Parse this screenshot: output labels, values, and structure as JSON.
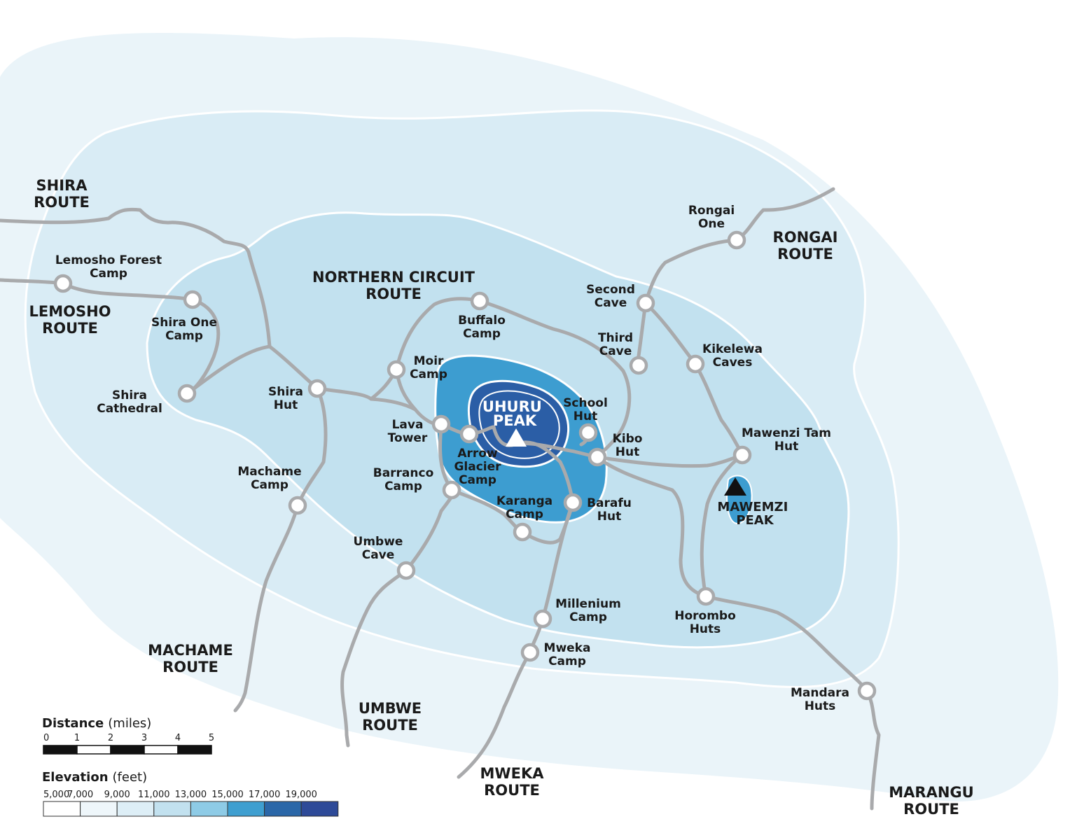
{
  "map": {
    "peak": {
      "line1": "UHURU",
      "line2": "PEAK"
    },
    "secondary_peak": {
      "line1": "MAWEMZI",
      "line2": "PEAK"
    },
    "routes": [
      {
        "id": "shira",
        "lines": [
          "SHIRA",
          "ROUTE"
        ]
      },
      {
        "id": "lemosho",
        "lines": [
          "LEMOSHO",
          "ROUTE"
        ]
      },
      {
        "id": "northern-circuit",
        "lines": [
          "NORTHERN CIRCUIT",
          "ROUTE"
        ]
      },
      {
        "id": "rongai",
        "lines": [
          "RONGAI",
          "ROUTE"
        ]
      },
      {
        "id": "machame",
        "lines": [
          "MACHAME",
          "ROUTE"
        ]
      },
      {
        "id": "umbwe",
        "lines": [
          "UMBWE",
          "ROUTE"
        ]
      },
      {
        "id": "mweka",
        "lines": [
          "MWEKA",
          "ROUTE"
        ]
      },
      {
        "id": "marangu",
        "lines": [
          "MARANGU",
          "ROUTE"
        ]
      }
    ],
    "camps": [
      {
        "id": "lemosho-forest-camp",
        "lines": [
          "Lemosho Forest",
          "Camp"
        ]
      },
      {
        "id": "shira-one-camp",
        "lines": [
          "Shira One",
          "Camp"
        ]
      },
      {
        "id": "shira-cathedral",
        "lines": [
          "Shira",
          "Cathedral"
        ]
      },
      {
        "id": "shira-hut",
        "lines": [
          "Shira",
          "Hut"
        ]
      },
      {
        "id": "machame-camp",
        "lines": [
          "Machame",
          "Camp"
        ]
      },
      {
        "id": "moir-camp",
        "lines": [
          "Moir",
          "Camp"
        ]
      },
      {
        "id": "buffalo-camp",
        "lines": [
          "Buffalo",
          "Camp"
        ]
      },
      {
        "id": "lava-tower",
        "lines": [
          "Lava",
          "Tower"
        ]
      },
      {
        "id": "arrow-glacier-camp",
        "lines": [
          "Arrow",
          "Glacier",
          "Camp"
        ]
      },
      {
        "id": "barranco-camp",
        "lines": [
          "Barranco",
          "Camp"
        ]
      },
      {
        "id": "umbwe-cave",
        "lines": [
          "Umbwe",
          "Cave"
        ]
      },
      {
        "id": "karanga-camp",
        "lines": [
          "Karanga",
          "Camp"
        ]
      },
      {
        "id": "barafu-hut",
        "lines": [
          "Barafu",
          "Hut"
        ]
      },
      {
        "id": "school-hut",
        "lines": [
          "School",
          "Hut"
        ]
      },
      {
        "id": "kibo-hut",
        "lines": [
          "Kibo",
          "Hut"
        ]
      },
      {
        "id": "second-cave",
        "lines": [
          "Second",
          "Cave"
        ]
      },
      {
        "id": "third-cave",
        "lines": [
          "Third",
          "Cave"
        ]
      },
      {
        "id": "rongai-one",
        "lines": [
          "Rongai",
          "One"
        ]
      },
      {
        "id": "kikelewa-caves",
        "lines": [
          "Kikelewa",
          "Caves"
        ]
      },
      {
        "id": "mawenzi-tam-hut",
        "lines": [
          "Mawenzi Tam",
          "Hut"
        ]
      },
      {
        "id": "horombo-huts",
        "lines": [
          "Horombo",
          "Huts"
        ]
      },
      {
        "id": "millenium-camp",
        "lines": [
          "Millenium",
          "Camp"
        ]
      },
      {
        "id": "mweka-camp",
        "lines": [
          "Mweka",
          "Camp"
        ]
      },
      {
        "id": "mandara-huts",
        "lines": [
          "Mandara",
          "Huts"
        ]
      }
    ]
  },
  "legend": {
    "distance": {
      "title": "Distance",
      "unit": "(miles)",
      "ticks": [
        "0",
        "1",
        "2",
        "3",
        "4",
        "5"
      ]
    },
    "elevation": {
      "title": "Elevation",
      "unit": "(feet)",
      "ticks": [
        "5,000",
        "7,000",
        "9,000",
        "11,000",
        "13,000",
        "15,000",
        "17,000",
        "19,000"
      ],
      "colors": [
        "#ffffff",
        "#eef6fa",
        "#ddeef6",
        "#c2e1ef",
        "#8ecbe6",
        "#3f9fd0",
        "#2b67a8",
        "#2e4a98"
      ]
    }
  },
  "colors": {
    "band1": "#eaf4f9",
    "band2": "#d9ecf5",
    "band3": "#c2e1ef",
    "band4": "#3d9dd0",
    "summit": "#2b5ea6",
    "trail": "#a9aaac"
  }
}
